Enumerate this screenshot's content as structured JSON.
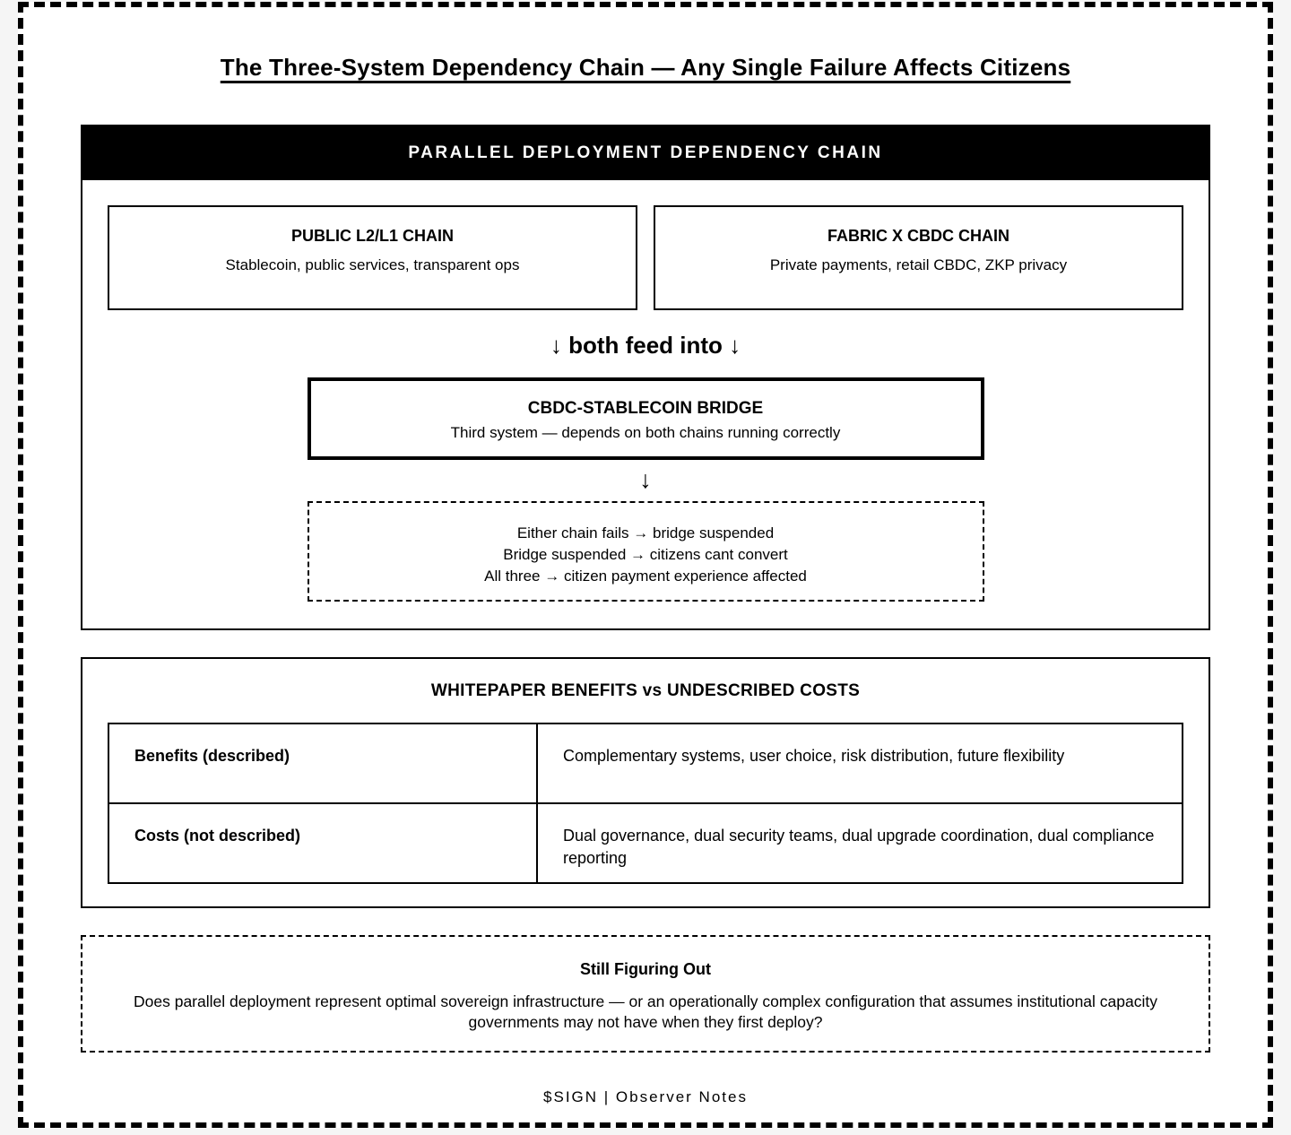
{
  "page": {
    "title": "The Three-System Dependency Chain — Any Single Failure Affects Citizens",
    "footer": "$SIGN | Observer Notes"
  },
  "dependency_chain": {
    "header": "PARALLEL DEPLOYMENT DEPENDENCY CHAIN",
    "chains": [
      {
        "title": "PUBLIC L2/L1 CHAIN",
        "subtitle": "Stablecoin, public services, transparent ops"
      },
      {
        "title": "FABRIC X CBDC CHAIN",
        "subtitle": "Private payments, retail CBDC, ZKP privacy"
      }
    ],
    "feed_label": "↓ both feed into ↓",
    "bridge": {
      "title": "CBDC-STABLECOIN BRIDGE",
      "subtitle": "Third system — depends on both chains running correctly"
    },
    "arrow": "↓",
    "consequences": [
      "Either chain fails → bridge suspended",
      "Bridge suspended → citizens cant convert",
      "All three → citizen payment experience affected"
    ]
  },
  "benefits_costs": {
    "title": "WHITEPAPER BENEFITS vs UNDESCRIBED COSTS",
    "rows": [
      {
        "label": "Benefits (described)",
        "value": "Complementary systems, user choice, risk distribution, future flexibility"
      },
      {
        "label": "Costs (not described)",
        "value": "Dual governance, dual security teams, dual upgrade coordination, dual compliance reporting"
      }
    ]
  },
  "open_question": {
    "title": "Still Figuring Out",
    "body": "Does parallel deployment represent optimal sovereign infrastructure — or an operationally complex configuration that assumes institutional capacity governments may not have when they first deploy?"
  },
  "colors": {
    "ink": "#000000",
    "paper": "#ffffff",
    "page_background": "#f5f5f5"
  }
}
